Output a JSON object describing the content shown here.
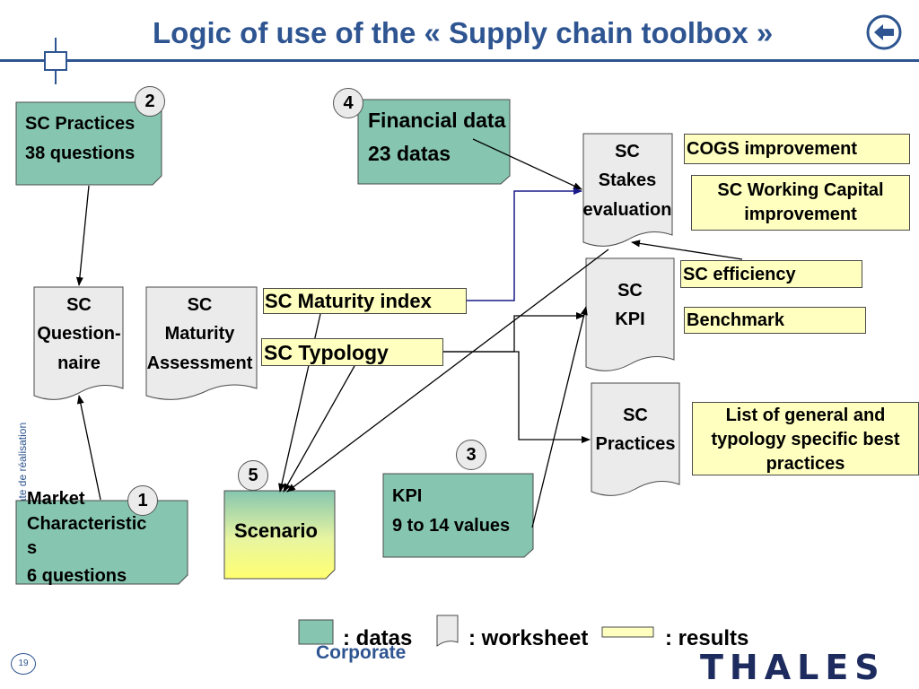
{
  "header": {
    "title": "Logic of use of the « Supply chain toolbox »"
  },
  "sidebar": {
    "vertical_text": "Titre à éditer – date de réalisation",
    "page_number": "19"
  },
  "footer": {
    "corporate": "Corporate",
    "logo": "THALES"
  },
  "badges": {
    "b1": "1",
    "b2": "2",
    "b3": "3",
    "b4": "4",
    "b5": "5"
  },
  "data_boxes": {
    "sc_practices": {
      "line1": "SC Practices",
      "line2": "38 questions"
    },
    "financial": {
      "line1": "Financial data",
      "line2": "23 datas"
    },
    "market": {
      "line1": "Market",
      "line2": "Characteristic",
      "line3": "s",
      "line4": "6 questions"
    },
    "kpi": {
      "line1": "KPI",
      "line2": "9 to 14 values"
    }
  },
  "worksheets": {
    "questionnaire": {
      "line1": "SC",
      "line2": "Question-",
      "line3": "naire"
    },
    "maturity": {
      "line1": "SC",
      "line2": "Maturity",
      "line3": "Assessment"
    },
    "stakes": {
      "line1": "SC",
      "line2": "Stakes",
      "line3": "evaluation"
    },
    "kpi": {
      "line1": "SC",
      "line2": "KPI"
    },
    "practices": {
      "line1": "SC",
      "line2": "Practices"
    }
  },
  "results": {
    "maturity_index": "SC Maturity index",
    "typology": "SC Typology",
    "scenario": "Scenario",
    "cogs": "COGS improvement",
    "working_capital": "SC Working Capital improvement",
    "efficiency": "SC efficiency",
    "benchmark": "Benchmark",
    "best_practices": "List of general and typology specific best practices"
  },
  "legend": {
    "datas": ": datas",
    "worksheet": ": worksheet",
    "results": ": results"
  },
  "colors": {
    "data": "#86c6b0",
    "result": "#ffffc0",
    "worksheet": "#ebebeb",
    "title": "#2e5591",
    "arrow_blue": "#1a1a8c"
  }
}
